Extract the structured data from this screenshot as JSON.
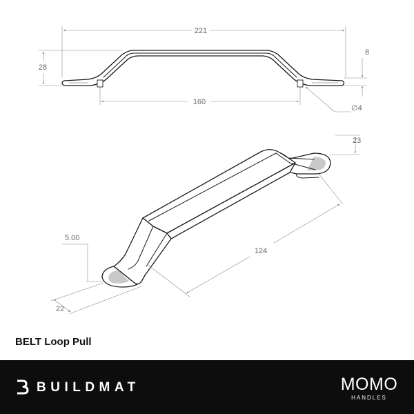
{
  "drawing": {
    "dims": {
      "overall_length": "221",
      "height": "28",
      "thickness": "8",
      "centers": "160",
      "hole_diameter": "∅4",
      "foot_width": "23",
      "wall": "5.00",
      "hole_spacing": "124",
      "width": "22"
    }
  },
  "product": {
    "name": "BELT Loop Pull"
  },
  "footer": {
    "brand": "BUILDMAT",
    "logo_text": "MOMO",
    "logo_sub": "HANDLES",
    "background": "#0d0d0d"
  }
}
